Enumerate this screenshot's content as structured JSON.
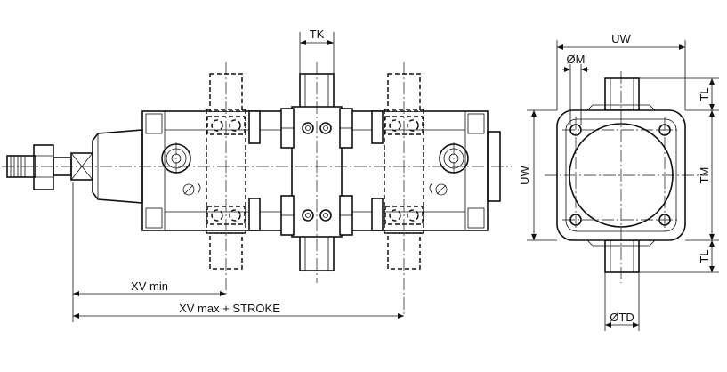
{
  "labels": {
    "tk": "TK",
    "xv_min": "XV min",
    "xv_max": "XV max + STROKE",
    "uw_top": "UW",
    "om": "ØM",
    "uw_left": "UW",
    "tm": "TM",
    "tl_top": "TL",
    "tl_bottom": "TL",
    "otd": "ØTD"
  }
}
